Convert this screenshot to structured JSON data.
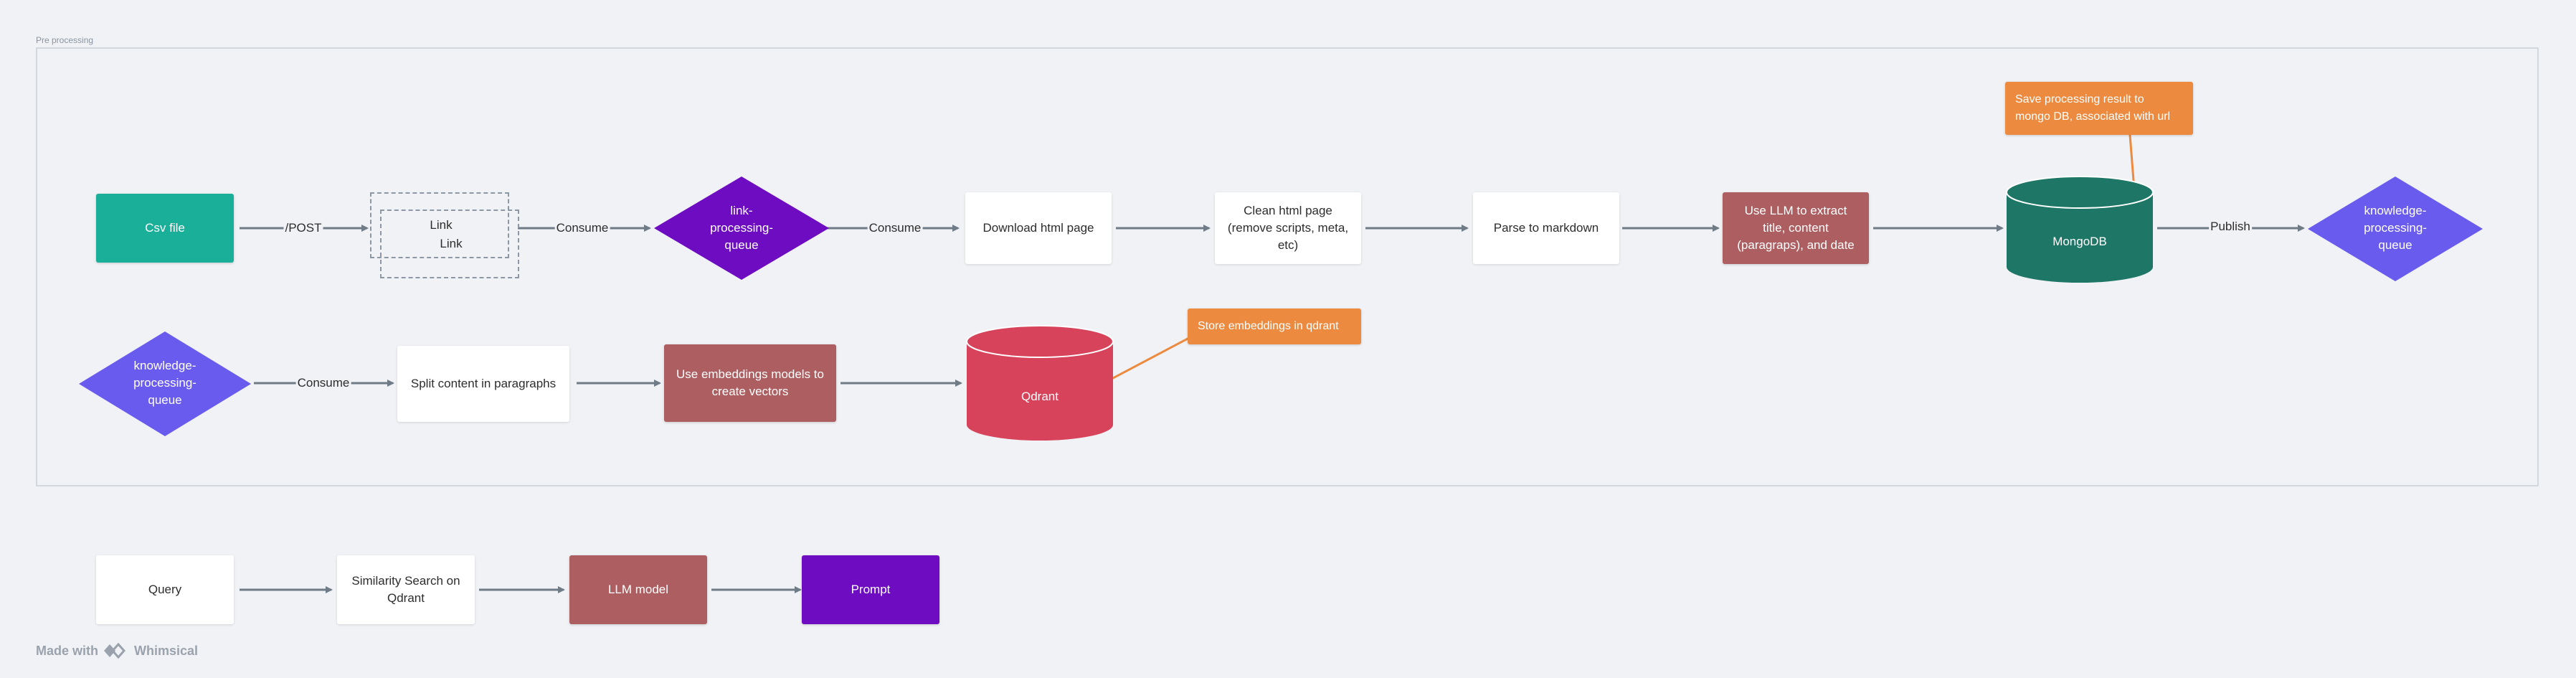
{
  "group": {
    "label": "Pre processing"
  },
  "nodes": {
    "csv_file": {
      "label": "Csv file",
      "color": "#1aaf98"
    },
    "link_stack": {
      "label_back": "Link",
      "label_front": "Link"
    },
    "link_queue": {
      "label": "link-\nprocessing-\nqueue",
      "color": "#6e0cc2"
    },
    "download": {
      "label": "Download html page"
    },
    "clean": {
      "label": "Clean html page\n(remove scripts, meta,\netc)"
    },
    "parse": {
      "label": "Parse to markdown"
    },
    "llm_extract": {
      "label": "Use LLM to extract\ntitle, content\n(paragraps), and date",
      "color": "#ad5e61"
    },
    "mongodb": {
      "label": "MongoDB",
      "color": "#1e7766"
    },
    "knowledge_queue_1": {
      "label": "knowledge-\nprocessing-\nqueue",
      "color": "#6a5bef"
    },
    "knowledge_queue_2": {
      "label": "knowledge-\nprocessing-\nqueue",
      "color": "#6a5bef"
    },
    "split": {
      "label": "Split content in paragraphs"
    },
    "embeddings": {
      "label": "Use embeddings models to\ncreate vectors",
      "color": "#ad5e61"
    },
    "qdrant": {
      "label": "Qdrant",
      "color": "#d7435a"
    },
    "query": {
      "label": "Query"
    },
    "similarity": {
      "label": "Similarity Search on\nQdrant"
    },
    "llm_model": {
      "label": "LLM model",
      "color": "#ad5e61"
    },
    "prompt": {
      "label": "Prompt",
      "color": "#6e0cc2"
    }
  },
  "notes": {
    "save_note": {
      "label": "Save processing result to\nmongo DB, associated with url",
      "color": "#ec8a3f"
    },
    "store_note": {
      "label": "Store embeddings in qdrant",
      "color": "#ec8a3f"
    }
  },
  "edges": {
    "post": "/POST",
    "consume_1": "Consume",
    "consume_2": "Consume",
    "publish": "Publish",
    "consume_3": "Consume"
  },
  "colors": {
    "connector": "#6f7b87",
    "note_connector": "#ec8a3f"
  },
  "branding": {
    "text": "Made with",
    "product": "Whimsical"
  }
}
